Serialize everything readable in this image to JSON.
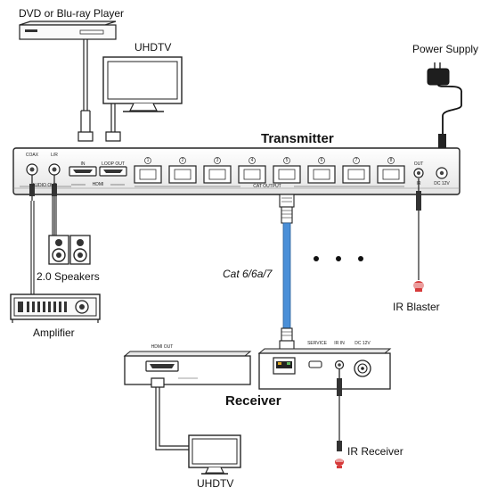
{
  "labels": {
    "dvd_player": "DVD or Blu-ray Player",
    "uhdtv_top": "UHDTV",
    "power_supply": "Power Supply",
    "transmitter": "Transmitter",
    "speakers": "2.0 Speakers",
    "amplifier": "Amplifier",
    "cable": "Cat 6/6a/7",
    "ir_blaster": "IR Blaster",
    "receiver": "Receiver",
    "ir_receiver": "IR Receiver",
    "uhdtv_bottom": "UHDTV"
  },
  "transmitter_panel": {
    "coax": "COAX",
    "lr": "L/R",
    "audio_out": "AUDIO OUT",
    "in": "IN",
    "loop_out": "LOOP OUT",
    "hdmi": "HDMI",
    "cat_output": "CAT OUTPUT",
    "ports": [
      "1",
      "2",
      "3",
      "4",
      "5",
      "6",
      "7",
      "8"
    ],
    "ir_out": "OUT",
    "ir": "IR",
    "dc": "DC 12V"
  },
  "receiver_panel": {
    "hdmi_out": "HDMI OUT",
    "service": "SERVICE",
    "ir_in": "IR IN",
    "dc": "DC 12V"
  },
  "colors": {
    "cable_blue": "#4a8fd8",
    "ir_red": "#d63a3a",
    "device_outline": "#222222"
  }
}
